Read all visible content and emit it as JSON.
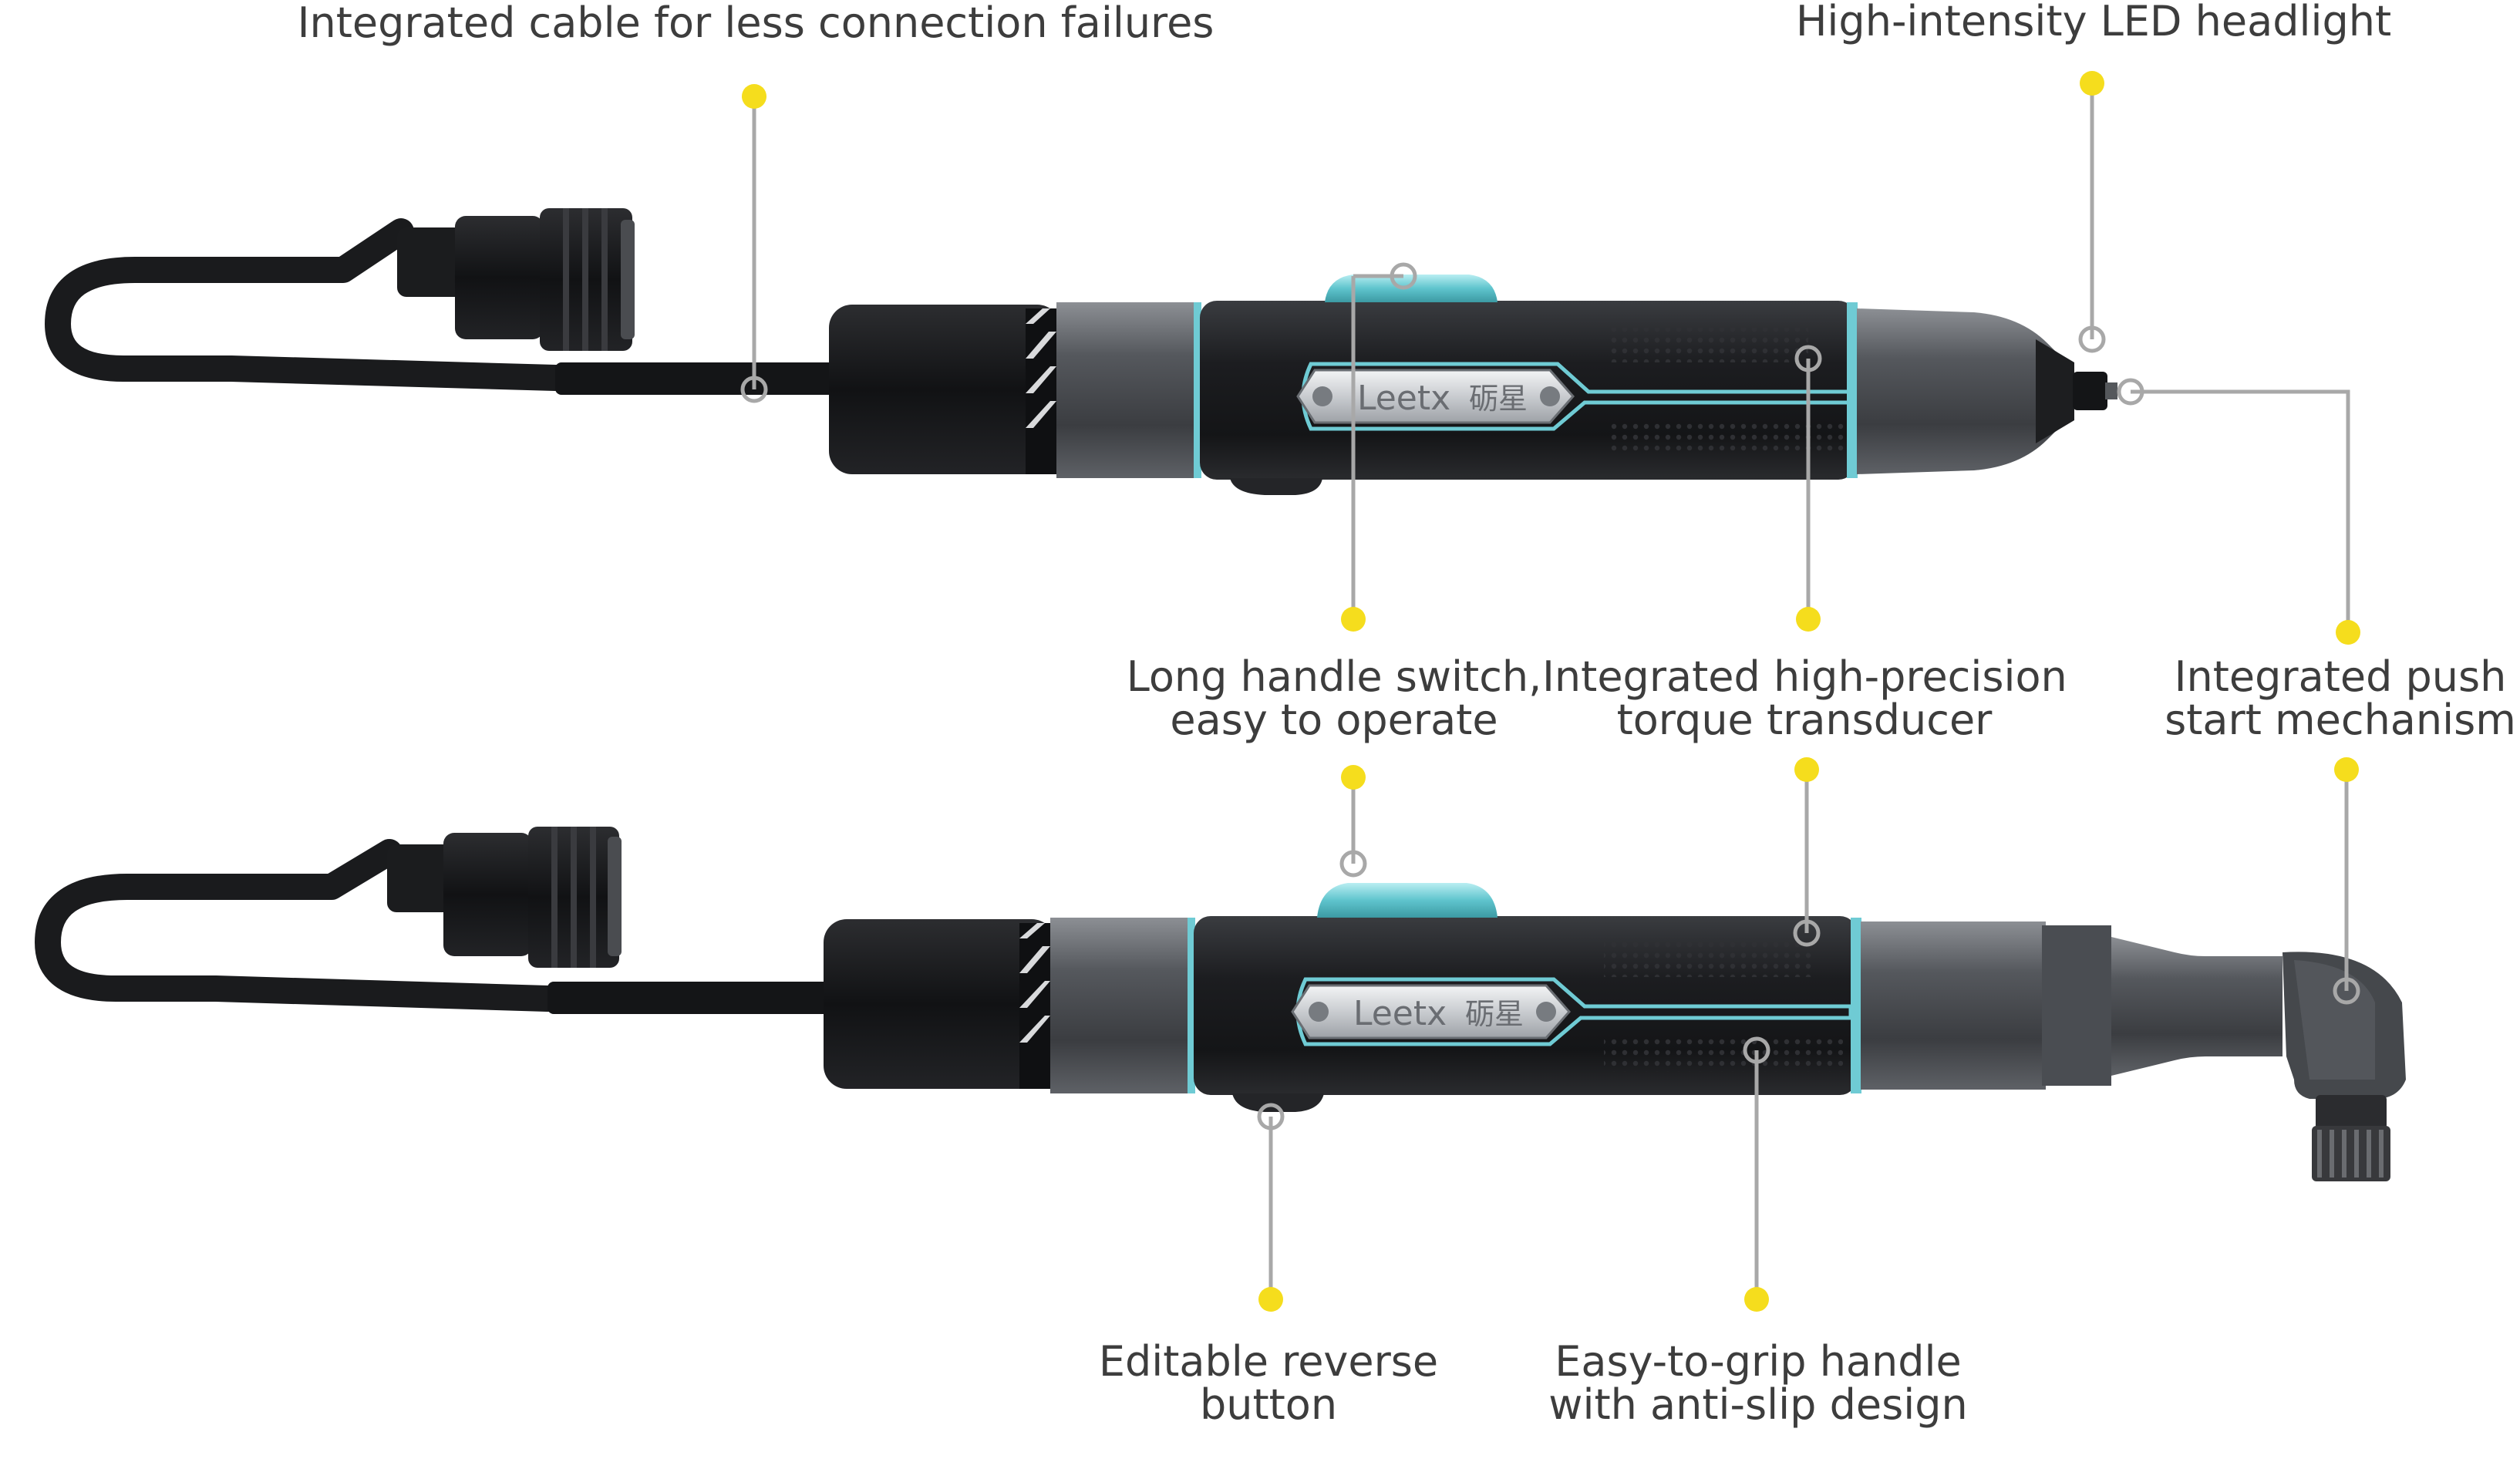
{
  "callouts": {
    "cable": {
      "lines": [
        "Integrated cable for less connection failures"
      ]
    },
    "led": {
      "lines": [
        "High-intensity LED headlight"
      ]
    },
    "switch": {
      "lines": [
        "Long handle switch,",
        "easy to operate"
      ]
    },
    "transducer": {
      "lines": [
        "Integrated high-precision",
        "torque transducer"
      ]
    },
    "push_start": {
      "lines": [
        "Integrated push",
        "start mechanism"
      ]
    },
    "reverse": {
      "lines": [
        "Editable reverse",
        "button"
      ]
    },
    "grip": {
      "lines": [
        "Easy-to-grip handle",
        "with anti-slip design"
      ]
    }
  },
  "brand": {
    "logo_text": "Leetx",
    "logo_cjk": "砺星"
  },
  "colors": {
    "accent_teal": "#7fd3db",
    "dot_yellow": "#f5dd1d",
    "leader_gray": "#a8a8a8",
    "label_text": "#3d3d3d",
    "tool_body": "#1c1d1f"
  }
}
